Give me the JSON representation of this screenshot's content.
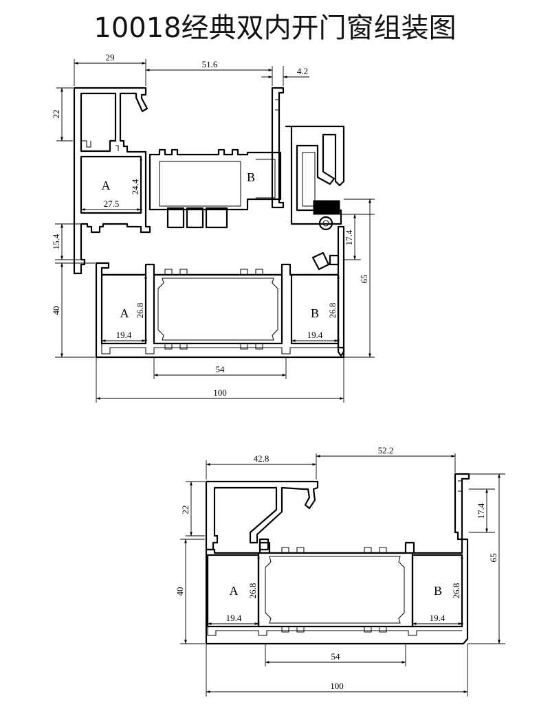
{
  "title": "10018经典双内开门窗组装图",
  "top_assembly": {
    "dims": {
      "d29": "29",
      "d51_6": "51.6",
      "d4_2": "4.2",
      "d22": "22",
      "d24_4": "24.4",
      "d27_5": "27.5",
      "d15_4": "15.4",
      "d17_4": "17.4",
      "d65": "65",
      "d40": "40",
      "d26_8_left": "26.8",
      "d26_8_right": "26.8",
      "d19_4_left": "19.4",
      "d19_4_right": "19.4",
      "d54": "54",
      "d100": "100"
    },
    "chambers": {
      "a_upper": "A",
      "b_upper": "B",
      "a_lower": "A",
      "b_lower": "B"
    }
  },
  "bottom_assembly": {
    "dims": {
      "d42_8": "42.8",
      "d52_2": "52.2",
      "d22": "22",
      "d17_4": "17.4",
      "d65": "65",
      "d40": "40",
      "d26_8_left": "26.8",
      "d26_8_right": "26.8",
      "d19_4_left": "19.4",
      "d19_4_right": "19.4",
      "d54": "54",
      "d100": "100"
    },
    "chambers": {
      "a": "A",
      "b": "B"
    }
  }
}
